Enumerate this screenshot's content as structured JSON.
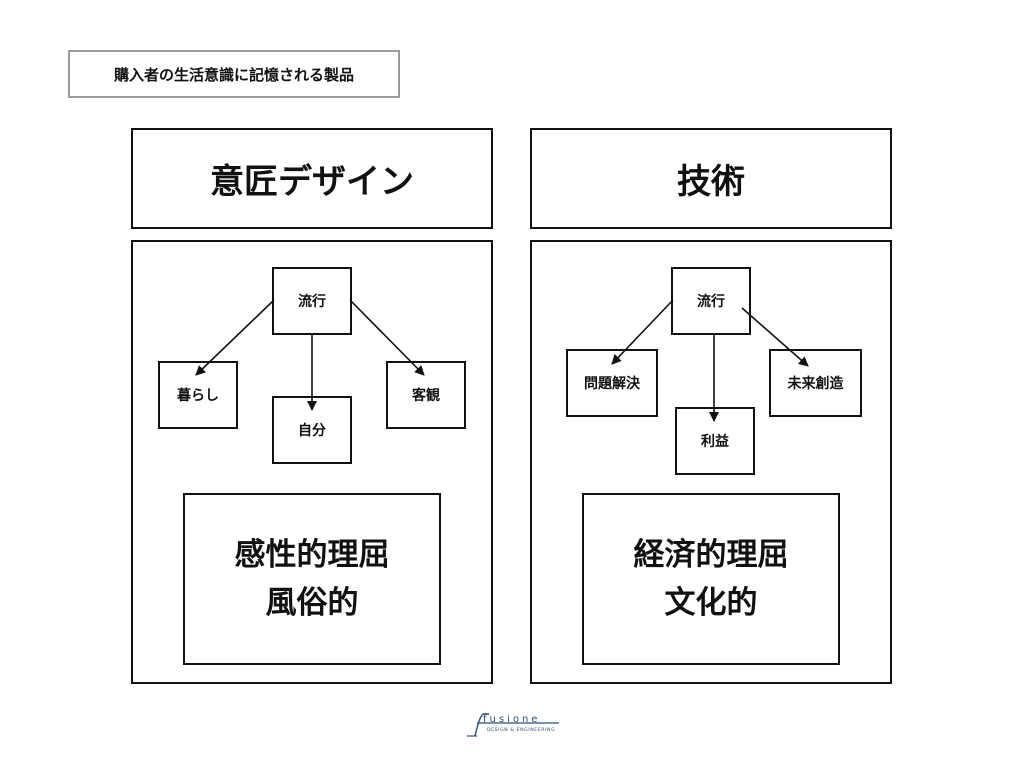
{
  "label": "購入者の生活意識に記憶される製品",
  "left": {
    "title": "意匠デザイン",
    "nodes": {
      "top": "流行",
      "left": "暮らし",
      "middle": "自分",
      "right": "客観"
    },
    "summary": {
      "line1": "感性的理屈",
      "line2": "風俗的"
    }
  },
  "right": {
    "title": "技術",
    "nodes": {
      "top": "流行",
      "left": "問題解決",
      "middle": "利益",
      "right": "未来創造"
    },
    "summary": {
      "line1": "経済的理屈",
      "line2": "文化的"
    }
  },
  "logo": {
    "name": "fusione",
    "tagline": "DESIGN & ENGINEERING"
  }
}
